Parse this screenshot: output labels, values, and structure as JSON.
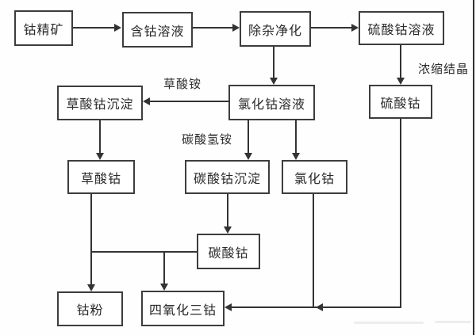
{
  "diagram": {
    "type": "process-flowchart",
    "nodes": {
      "cobalt_concentrate": "钴精矿",
      "cobalt_solution": "含钴溶液",
      "purification": "除杂净化",
      "cobalt_sulfate_solution": "硫酸钴溶液",
      "cobalt_chloride_solution": "氯化钴溶液",
      "cobalt_sulfate": "硫酸钴",
      "cobalt_oxalate_precipitate": "草酸钴沉淀",
      "cobalt_oxalate": "草酸钴",
      "cobalt_carbonate_precipitate": "碳酸钴沉淀",
      "cobalt_chloride": "氯化钴",
      "cobalt_carbonate": "碳酸钴",
      "cobalt_powder": "钴粉",
      "tricobalt_tetroxide": "四氧化三钴"
    },
    "edge_labels": {
      "ammonium_oxalate": "草酸铵",
      "ammonium_bicarbonate": "碳酸氢铵",
      "concentration_crystallization": "浓缩结晶"
    },
    "colors": {
      "line": "#333333",
      "box_border": "#3d3d3d",
      "text": "#2a2a2a",
      "background": "#ffffff"
    }
  }
}
